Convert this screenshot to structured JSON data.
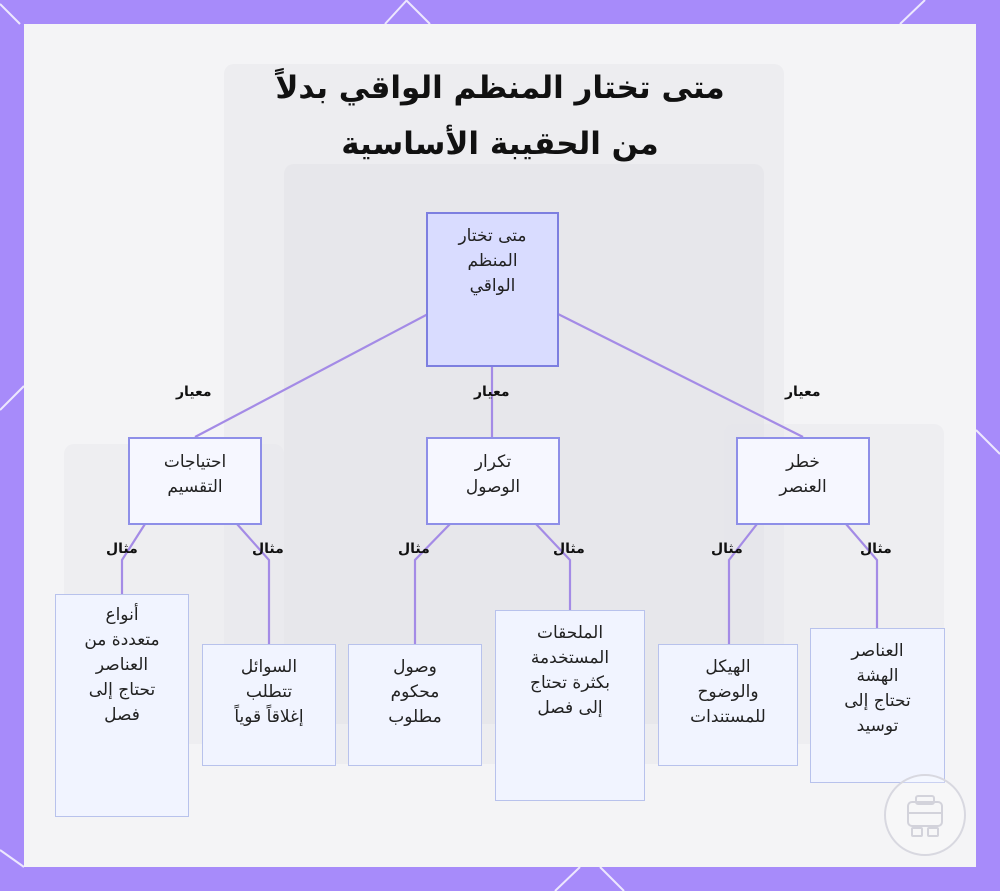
{
  "title": {
    "line1": "متى تختار المنظم الواقي بدلاً",
    "line2": "من الحقيبة الأساسية"
  },
  "root": {
    "lines": [
      "متى تختار",
      "المنظم",
      "الواقي"
    ]
  },
  "criteria": [
    {
      "label": "معيار",
      "lines": [
        "احتياجات",
        "التقسيم"
      ]
    },
    {
      "label": "معيار",
      "lines": [
        "تكرار",
        "الوصول"
      ]
    },
    {
      "label": "معيار",
      "lines": [
        "خطر",
        "العنصر"
      ]
    }
  ],
  "examples": [
    {
      "label": "مثال",
      "lines": [
        "أنواع",
        "متعددة من",
        "العناصر",
        "تحتاج إلى",
        "فصل"
      ]
    },
    {
      "label": "مثال",
      "lines": [
        "السوائل",
        "تتطلب",
        "إغلاقاً قوياً"
      ]
    },
    {
      "label": "مثال",
      "lines": [
        "وصول",
        "محكوم",
        "مطلوب"
      ]
    },
    {
      "label": "مثال",
      "lines": [
        "الملحقات",
        "المستخدمة",
        "بكثرة تحتاج",
        "إلى فصل"
      ]
    },
    {
      "label": "مثال",
      "lines": [
        "الهيكل",
        "والوضوح",
        "للمستندات"
      ]
    },
    {
      "label": "مثال",
      "lines": [
        "العناصر",
        "الهشة",
        "تحتاج إلى",
        "توسيد"
      ]
    }
  ],
  "colors": {
    "frame": "#a78bfa",
    "edge": "#a48be6",
    "root_fill": "#d9dcff",
    "node_fill": "#f1f4ff"
  },
  "icons": [
    "brand-logo-icon"
  ]
}
